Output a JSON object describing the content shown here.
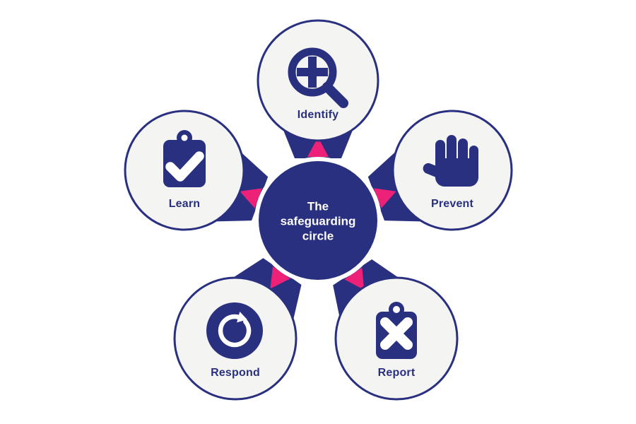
{
  "title": "The safeguarding circle",
  "colors": {
    "navy": "#293080",
    "pink": "#ed2178",
    "light": "#f4f4f2",
    "bg": "#ffffff",
    "detail": "#ffffff"
  },
  "center": {
    "label": "The safeguarding circle"
  },
  "nodes": [
    {
      "id": "identify",
      "label": "Identify",
      "icon": "magnifier-plus-icon",
      "position": "top"
    },
    {
      "id": "prevent",
      "label": "Prevent",
      "icon": "hand-stop-icon",
      "position": "upper-right"
    },
    {
      "id": "learn",
      "label": "Learn",
      "icon": "clipboard-check-icon",
      "position": "upper-left"
    },
    {
      "id": "respond",
      "label": "Respond",
      "icon": "refresh-arrow-icon",
      "position": "lower-left"
    },
    {
      "id": "report",
      "label": "Report",
      "icon": "clipboard-x-icon",
      "position": "lower-right"
    }
  ]
}
